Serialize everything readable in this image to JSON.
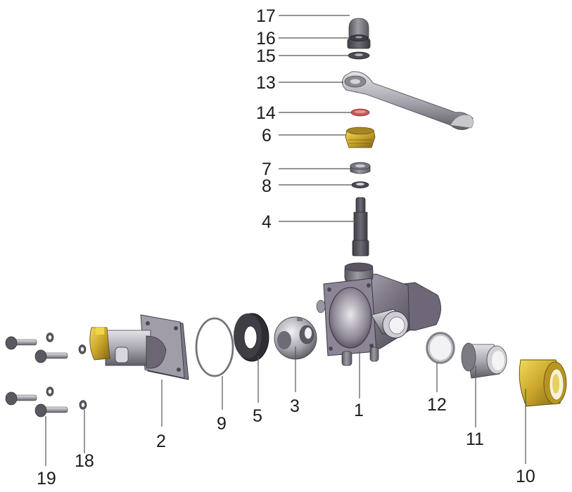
{
  "diagram": {
    "type": "exploded-assembly",
    "subject": "three-way ball valve",
    "colors": {
      "steel_dark": "#5e5c66",
      "steel_mid": "#8f8d96",
      "steel_light": "#d4d3d8",
      "body_purple": "#6f6878",
      "brass": "#c9a52a",
      "brass_light": "#e8cd4a",
      "oring_red": "#c0504d",
      "seal_black": "#2b2b2e",
      "label_text": "#1a1a1a",
      "leader_line": "#555555"
    },
    "parts": [
      {
        "id": "17",
        "label": "17",
        "name": "cap-nut"
      },
      {
        "id": "16",
        "label": "16",
        "name": "lock-washer"
      },
      {
        "id": "15",
        "label": "15",
        "name": "flat-washer"
      },
      {
        "id": "13",
        "label": "13",
        "name": "handle"
      },
      {
        "id": "14",
        "label": "14",
        "name": "o-ring"
      },
      {
        "id": "6",
        "label": "6",
        "name": "gland-nut"
      },
      {
        "id": "7",
        "label": "7",
        "name": "stem-packing"
      },
      {
        "id": "8",
        "label": "8",
        "name": "stem-washer"
      },
      {
        "id": "4",
        "label": "4",
        "name": "stem"
      },
      {
        "id": "1",
        "label": "1",
        "name": "valve-body"
      },
      {
        "id": "3",
        "label": "3",
        "name": "ball"
      },
      {
        "id": "5",
        "label": "5",
        "name": "seat"
      },
      {
        "id": "9",
        "label": "9",
        "name": "body-gasket"
      },
      {
        "id": "2",
        "label": "2",
        "name": "end-cap"
      },
      {
        "id": "18",
        "label": "18",
        "name": "spring-washer"
      },
      {
        "id": "19",
        "label": "19",
        "name": "socket-cap-screw"
      },
      {
        "id": "12",
        "label": "12",
        "name": "seat-ring"
      },
      {
        "id": "11",
        "label": "11",
        "name": "tail-piece"
      },
      {
        "id": "10",
        "label": "10",
        "name": "union-nut"
      }
    ]
  }
}
